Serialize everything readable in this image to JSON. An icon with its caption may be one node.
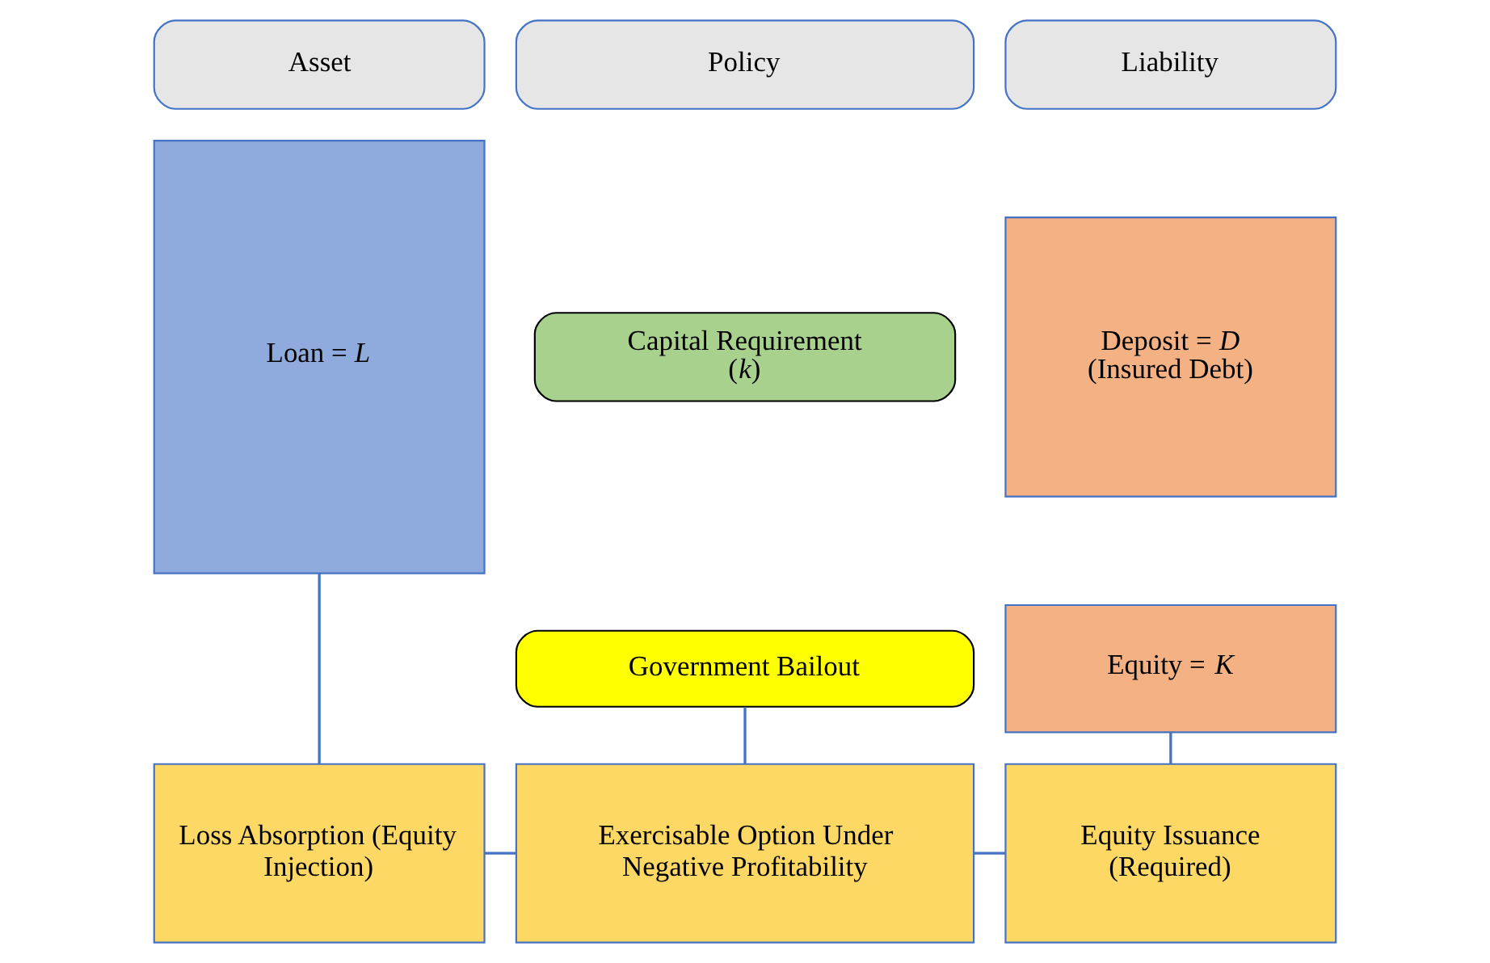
{
  "diagram": {
    "nodes": [
      {
        "text": [
          "Asset"
        ]
      },
      {
        "text": [
          "Policy"
        ]
      },
      {
        "text": [
          "Liability"
        ]
      },
      {
        "text": [
          "Loan = *L*"
        ]
      },
      {
        "text": [
          "Capital Requirement (*k*)"
        ]
      },
      {
        "text": [
          "Deposit = *D*",
          "(Insured Debt)"
        ]
      },
      {
        "text": [
          "Government Bailout"
        ]
      },
      {
        "text": [
          "Equity = *K*"
        ]
      },
      {
        "text": [
          "Loss Absorption (Equity Injection)"
        ]
      },
      {
        "text": [
          "Exercisable Option Under Negative Profitability"
        ]
      },
      {
        "text": [
          "Equity Issuance (Required)"
        ]
      }
    ],
    "edges": [
      {
        "from": 3,
        "to": 8,
        "arrow": "none"
      },
      {
        "from": 6,
        "to": 9,
        "arrow": "none"
      },
      {
        "from": 7,
        "to": 10,
        "arrow": "none"
      },
      {
        "from": 8,
        "to": 9,
        "arrow": "none"
      },
      {
        "from": 9,
        "to": 10,
        "arrow": "none"
      }
    ]
  }
}
